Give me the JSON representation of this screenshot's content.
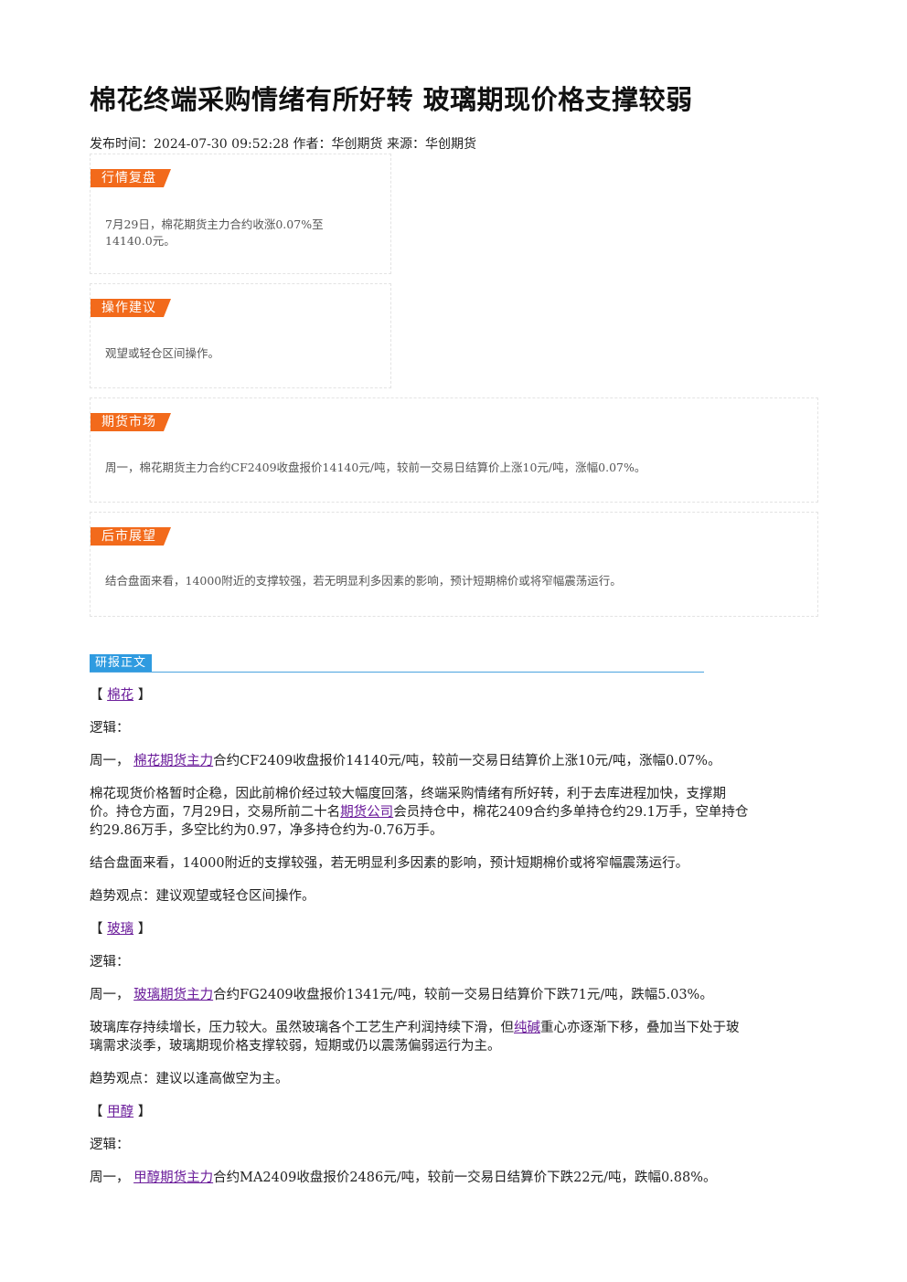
{
  "title": "棉花终端采购情绪有所好转 玻璃期现价格支撑较弱",
  "meta": "发布时间：2024-07-30 09:52:28 作者：华创期货 来源：华创期货",
  "boxes": [
    {
      "tag": "行情复盘",
      "text_line1": "7月29日，棉花期货主力合约收涨0.07%至",
      "text_line2": "14140.0元。"
    },
    {
      "tag": "操作建议",
      "text": "观望或轻仓区间操作。"
    },
    {
      "tag": "期货市场",
      "text": "周一，棉花期货主力合约CF2409收盘报价14140元/吨，较前一交易日结算价上涨10元/吨，涨幅0.07%。"
    },
    {
      "tag": "后市展望",
      "text": "结合盘面来看，14000附近的支撑较强，若无明显利多因素的影响，预计短期棉价或将窄幅震荡运行。"
    }
  ],
  "section_label": "研报正文",
  "body": {
    "cotton": {
      "bracket_open": "【",
      "name": "棉花",
      "bracket_close": "】",
      "logic": "逻辑：",
      "p1_pre": "周一，",
      "p1_link": "棉花期货主力",
      "p1_post": "合约CF2409收盘报价14140元/吨，较前一交易日结算价上涨10元/吨，涨幅0.07%。",
      "p2_line1": "棉花现货价格暂时企稳，因此前棉价经过较大幅度回落，终端采购情绪有所好转，利于去库进程加快，支撑期",
      "p2_line2_pre": "价。持仓方面，7月29日，交易所前二十名",
      "p2_line2_link": "期货公司",
      "p2_line2_post": "会员持仓中，棉花2409合约多单持仓约29.1万手，空单持仓",
      "p2_line3": "约29.86万手，多空比约为0.97，净多持仓约为-0.76万手。",
      "p3": "结合盘面来看，14000附近的支撑较强，若无明显利多因素的影响，预计短期棉价或将窄幅震荡运行。",
      "p4": "趋势观点：建议观望或轻仓区间操作。"
    },
    "glass": {
      "bracket_open": "【",
      "name": "玻璃",
      "bracket_close": "】",
      "logic": "逻辑：",
      "p1_pre": "周一，",
      "p1_link": "玻璃期货主力",
      "p1_post": "合约FG2409收盘报价1341元/吨，较前一交易日结算价下跌71元/吨，跌幅5.03%。",
      "p2_line1_pre": "玻璃库存持续增长，压力较大。虽然玻璃各个工艺生产利润持续下滑，但",
      "p2_line1_link": "纯碱",
      "p2_line1_post": "重心亦逐渐下移，叠加当下处于玻",
      "p2_line2": "璃需求淡季，玻璃期现价格支撑较弱，短期或仍以震荡偏弱运行为主。",
      "p3": "趋势观点：建议以逢高做空为主。"
    },
    "methanol": {
      "bracket_open": "【",
      "name": "甲醇",
      "bracket_close": "】",
      "logic": "逻辑：",
      "p1_pre": "周一，",
      "p1_link": "甲醇期货主力",
      "p1_post": "合约MA2409收盘报价2486元/吨，较前一交易日结算价下跌22元/吨，跌幅0.88%。"
    }
  }
}
